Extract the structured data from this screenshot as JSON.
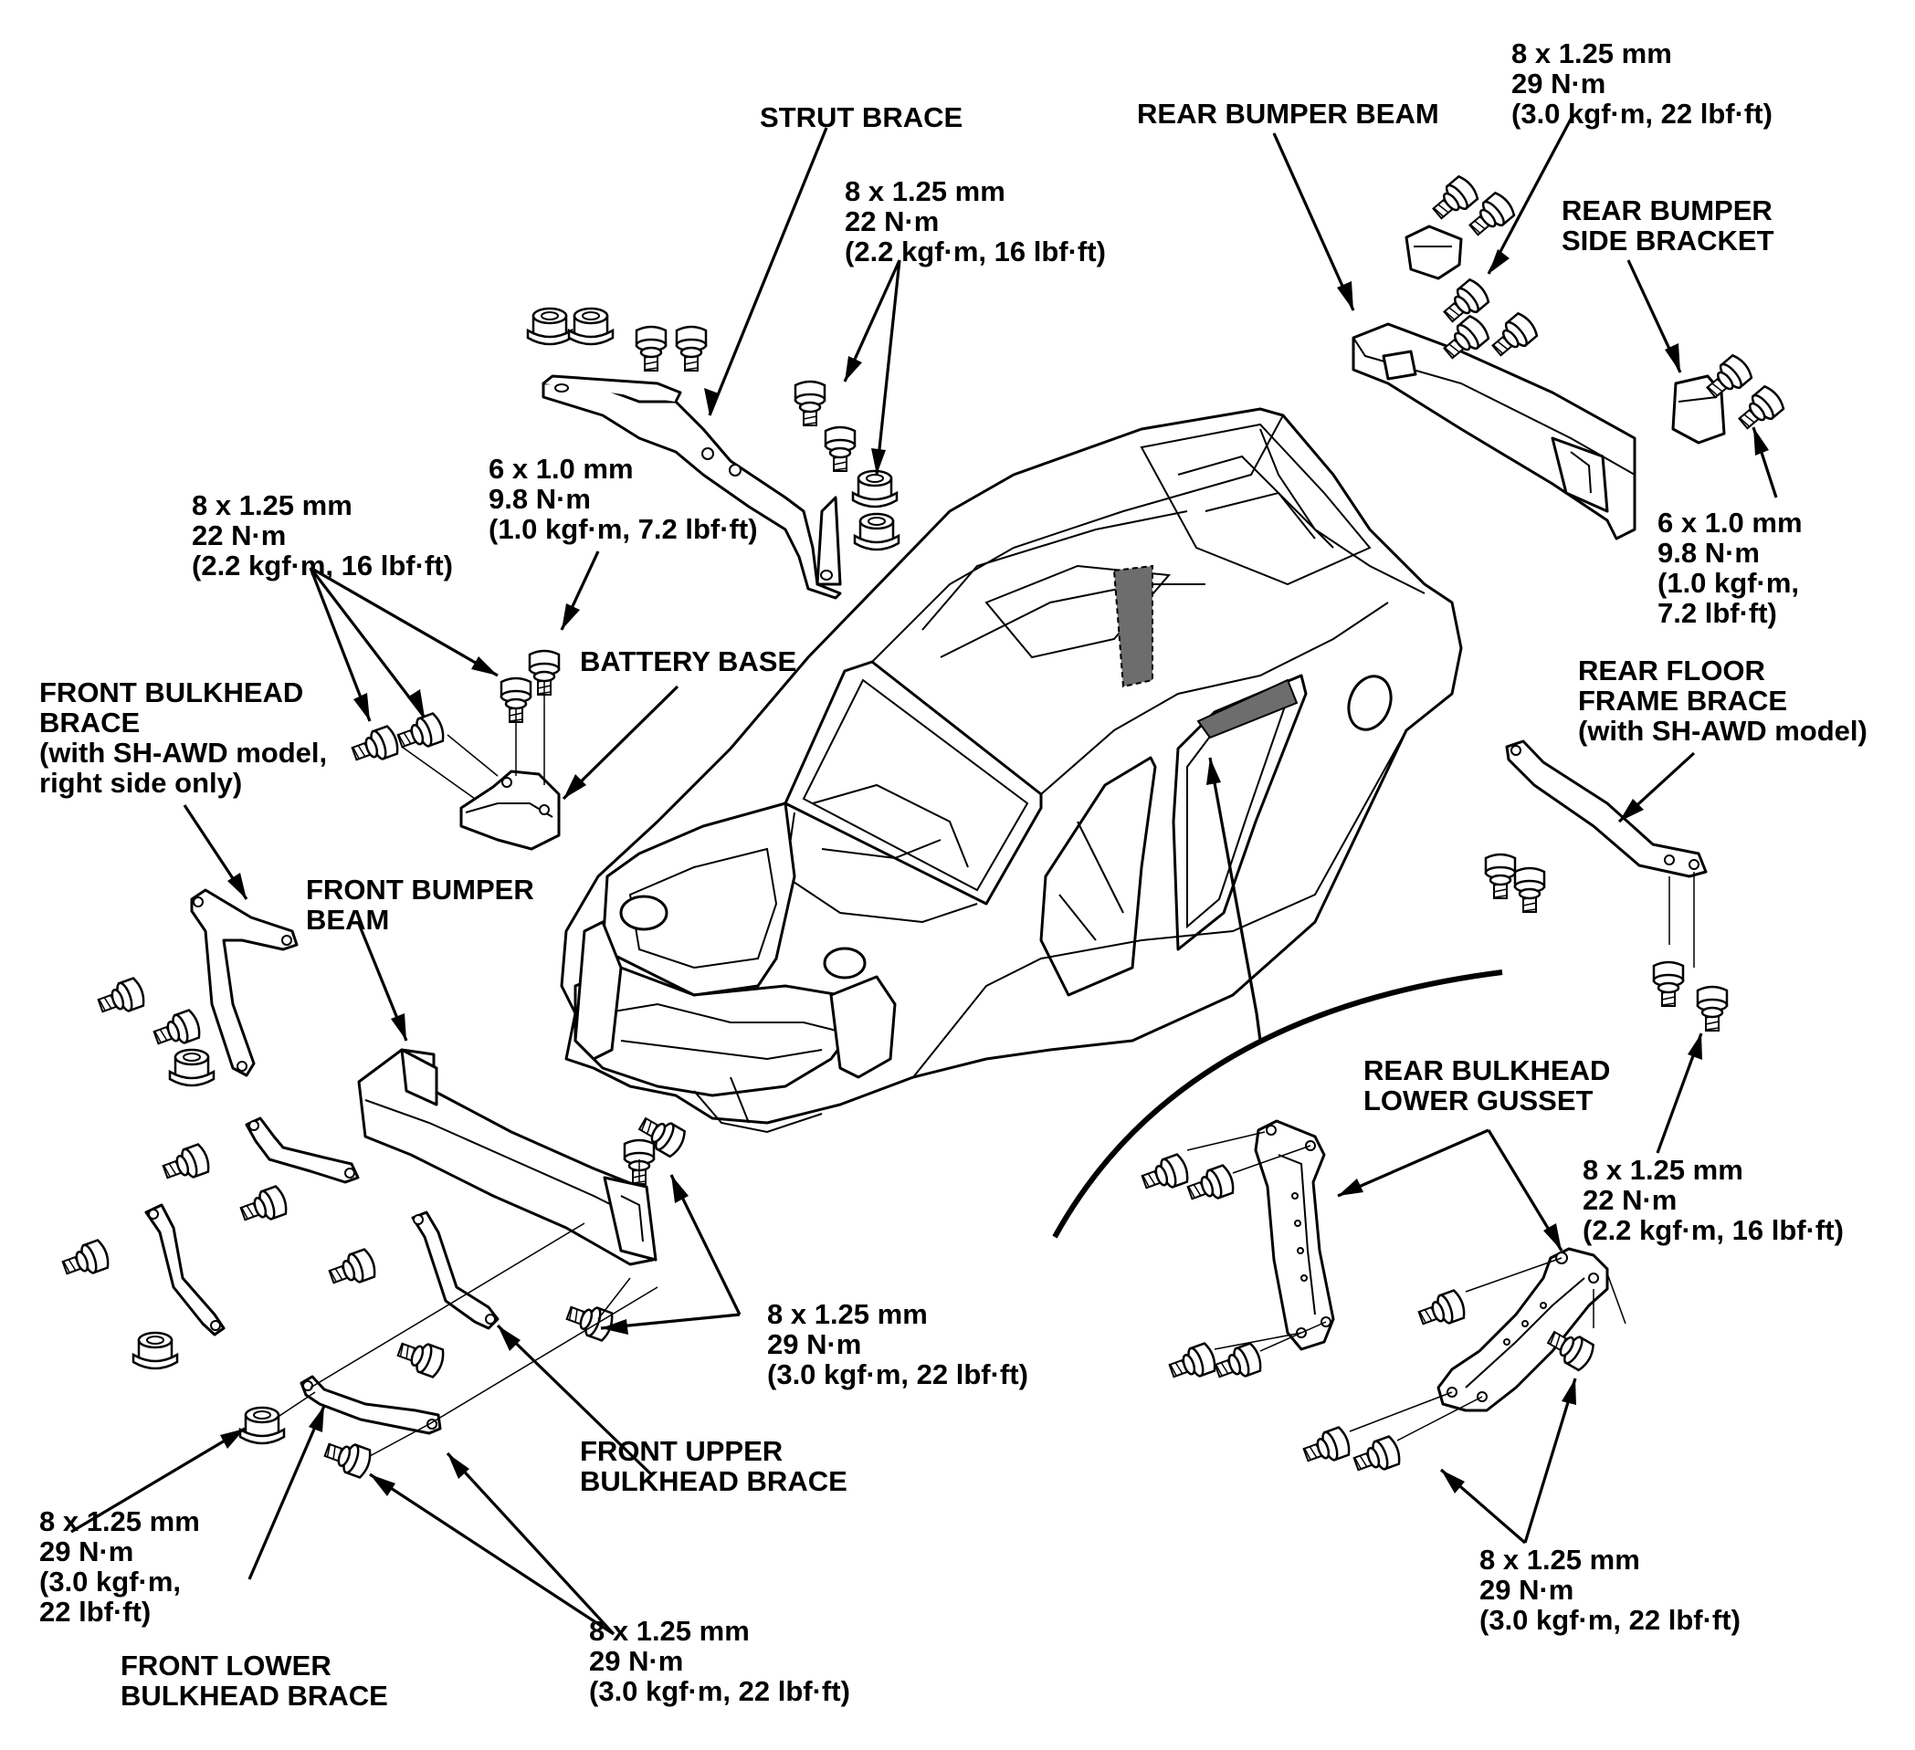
{
  "colors": {
    "ink": "#000000",
    "paper": "#ffffff",
    "insulation": "#6d6d6d"
  },
  "labels": {
    "strut_brace": "STRUT BRACE",
    "rear_bumper_beam": "REAR BUMPER BEAM",
    "rear_bumper_side_bracket": [
      "REAR BUMPER",
      "SIDE BRACKET"
    ],
    "battery_base": "BATTERY BASE",
    "front_bulkhead_brace": [
      "FRONT BULKHEAD",
      "BRACE",
      "(with SH-AWD model,",
      "right side only)"
    ],
    "front_bumper_beam": [
      "FRONT BUMPER",
      "BEAM"
    ],
    "rear_floor_frame_brace": [
      "REAR FLOOR",
      "FRAME BRACE",
      "(with SH-AWD model)"
    ],
    "rear_bulkhead_lower_gusset": [
      "REAR BULKHEAD",
      "LOWER GUSSET"
    ],
    "front_upper_bulkhead_brace": [
      "FRONT UPPER",
      "BULKHEAD BRACE"
    ],
    "front_lower_bulkhead_brace": [
      "FRONT LOWER",
      "BULKHEAD BRACE"
    ]
  },
  "torque": {
    "top_right": [
      "8 x 1.25 mm",
      "29 N·m",
      "(3.0 kgf·m, 22 lbf·ft)"
    ],
    "strut": [
      "8 x 1.25 mm",
      "22 N·m",
      "(2.2 kgf·m, 16 lbf·ft)"
    ],
    "battery_6mm": [
      "6 x 1.0 mm",
      "9.8 N·m",
      "(1.0 kgf·m, 7.2 lbf·ft)"
    ],
    "bulkhead_8mm": [
      "8 x 1.25 mm",
      "22 N·m",
      "(2.2 kgf·m, 16 lbf·ft)"
    ],
    "side_bracket": [
      "6 x 1.0 mm",
      "9.8 N·m",
      "(1.0 kgf·m,",
      "7.2 lbf·ft)"
    ],
    "front_beam": [
      "8 x 1.25 mm",
      "29 N·m",
      "(3.0 kgf·m, 22 lbf·ft)"
    ],
    "floor_brace": [
      "8 x 1.25 mm",
      "22 N·m",
      "(2.2 kgf·m, 16 lbf·ft)"
    ],
    "lower_left": [
      "8 x 1.25 mm",
      "29 N·m",
      "(3.0 kgf·m,",
      "22 lbf·ft)"
    ],
    "lower_center": [
      "8 x 1.25 mm",
      "29 N·m",
      "(3.0 kgf·m, 22 lbf·ft)"
    ],
    "gusset": [
      "8 x 1.25 mm",
      "29 N·m",
      "(3.0 kgf·m, 22 lbf·ft)"
    ]
  }
}
